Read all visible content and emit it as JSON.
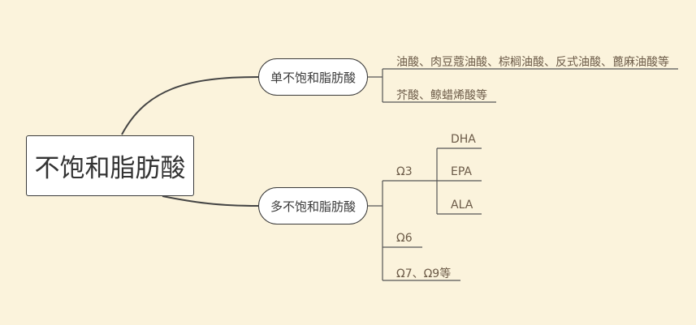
{
  "root": {
    "label": "不饱和脂肪酸"
  },
  "branches": [
    {
      "label": "单不饱和脂肪酸",
      "children": [
        {
          "label": "油酸、肉豆蔻油酸、棕榈油酸、反式油酸、蓖麻油酸等"
        },
        {
          "label": "芥酸、鲸蜡烯酸等"
        }
      ]
    },
    {
      "label": "多不饱和脂肪酸",
      "children": [
        {
          "label": "Ω3",
          "children": [
            {
              "label": "DHA"
            },
            {
              "label": "EPA"
            },
            {
              "label": "ALA"
            }
          ]
        },
        {
          "label": "Ω6"
        },
        {
          "label": "Ω7、Ω9等"
        }
      ]
    }
  ],
  "colors": {
    "background": "#fbf3dc",
    "connector": "#444444",
    "leaf_line": "#5a5a5a",
    "node_fill": "#ffffff"
  }
}
